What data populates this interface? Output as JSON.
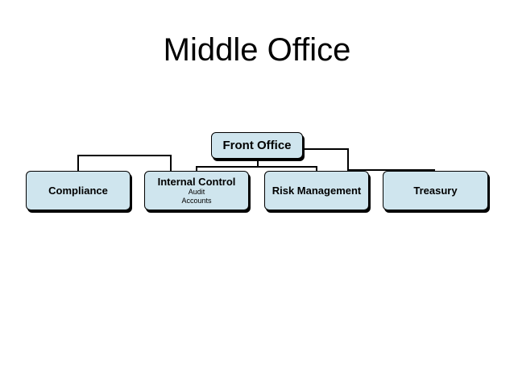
{
  "title": "Middle Office",
  "diagram": {
    "root": {
      "label": "Front Office"
    },
    "children": [
      {
        "label": "Compliance",
        "sub": []
      },
      {
        "label": "Internal Control",
        "sub": [
          "Audit",
          "Accounts"
        ]
      },
      {
        "label": "Risk Management",
        "sub": []
      },
      {
        "label": "Treasury",
        "sub": []
      }
    ]
  },
  "colors": {
    "node_fill": "#cfe5ee",
    "outline": "#000000"
  }
}
